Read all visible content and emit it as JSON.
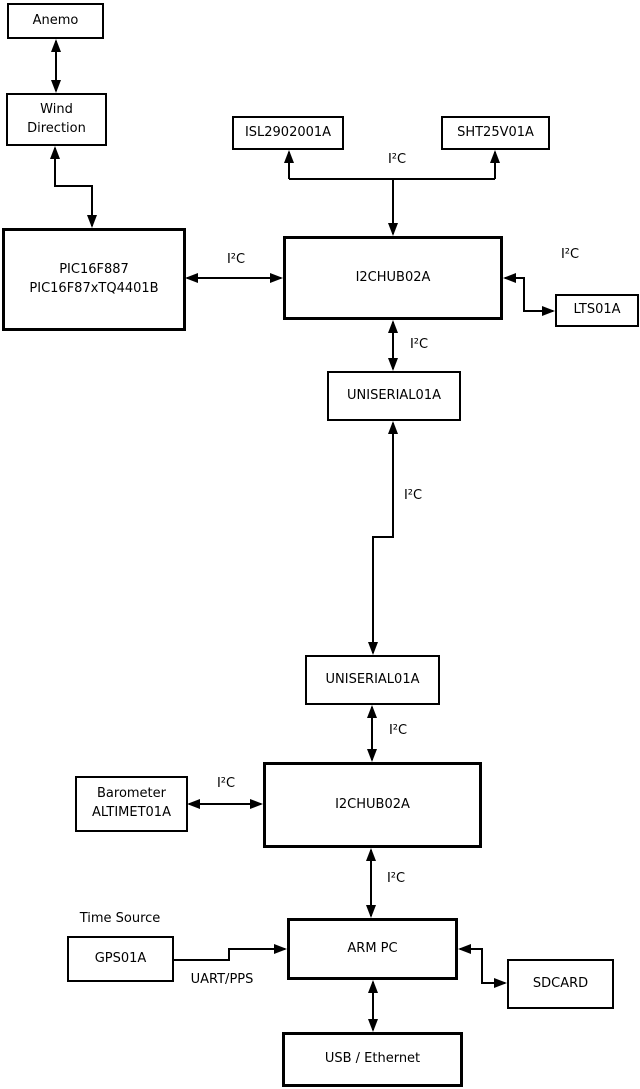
{
  "diagram": {
    "background": "#ffffff",
    "line_color": "#000000",
    "nodes": {
      "anemo": {
        "label": "Anemo"
      },
      "wind_direction": {
        "label": "Wind\nDirection"
      },
      "pic": {
        "label": "PIC16F887\nPIC16F87xTQ4401B"
      },
      "isl": {
        "label": "ISL2902001A"
      },
      "sht": {
        "label": "SHT25V01A"
      },
      "hub1": {
        "label": "I2CHUB02A"
      },
      "lts": {
        "label": "LTS01A"
      },
      "uniserial1": {
        "label": "UNISERIAL01A"
      },
      "uniserial2": {
        "label": "UNISERIAL01A"
      },
      "hub2": {
        "label": "I2CHUB02A"
      },
      "barometer": {
        "label": "Barometer\nALTIMET01A"
      },
      "gps": {
        "label": "GPS01A"
      },
      "armpc": {
        "label": "ARM PC"
      },
      "sdcard": {
        "label": "SDCARD"
      },
      "usb": {
        "label": "USB / Ethernet"
      }
    },
    "edge_labels": {
      "i2c_top_branch": {
        "text": "I²C"
      },
      "i2c_pic_hub1": {
        "text": "I²C"
      },
      "i2c_hub1_lts": {
        "text": "I²C"
      },
      "i2c_hub1_uni1": {
        "text": "I²C"
      },
      "i2c_long_link": {
        "text": "I²C"
      },
      "i2c_uni2_hub2": {
        "text": "I²C"
      },
      "i2c_baro_hub2": {
        "text": "I²C"
      },
      "i2c_hub2_armpc": {
        "text": "I²C"
      },
      "time_source": {
        "text": "Time Source"
      },
      "uart_pps": {
        "text": "UART/PPS"
      }
    }
  }
}
